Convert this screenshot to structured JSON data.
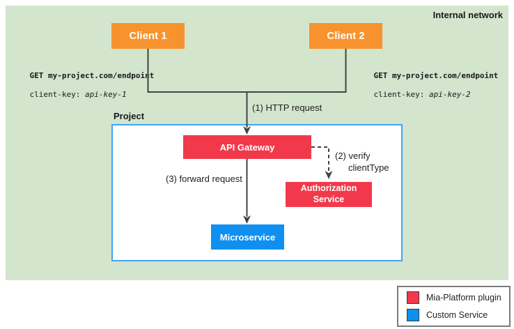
{
  "diagram": {
    "network_label": "Internal network",
    "clients": [
      {
        "label": "Client 1"
      },
      {
        "label": "Client 2"
      }
    ],
    "request_left": {
      "method_line": "GET my-project.com/endpoint",
      "key_label": "client-key: ",
      "key_value": "api-key-1"
    },
    "request_right": {
      "method_line": "GET my-project.com/endpoint",
      "key_label": "client-key: ",
      "key_value": "api-key-2"
    },
    "project": {
      "label": "Project",
      "api_gateway_label": "API Gateway",
      "auth_service_label": "Authorization Service",
      "microservice_label": "Microservice"
    },
    "arrows": {
      "http_request": "(1) HTTP request",
      "verify_line1": "(2) verify",
      "verify_line2": "clientType",
      "forward_request": "(3) forward request"
    },
    "legend": {
      "items": [
        {
          "label": "Mia-Platform plugin",
          "color": "#f2394b"
        },
        {
          "label": "Custom Service",
          "color": "#0f90f0"
        }
      ]
    },
    "colors": {
      "network_background": "#d3e5cd",
      "client_orange": "#f7932e",
      "plugin_red": "#f2394b",
      "custom_blue": "#0f90f0",
      "project_border": "#44a3f2",
      "connector_line": "#3f4347"
    }
  }
}
